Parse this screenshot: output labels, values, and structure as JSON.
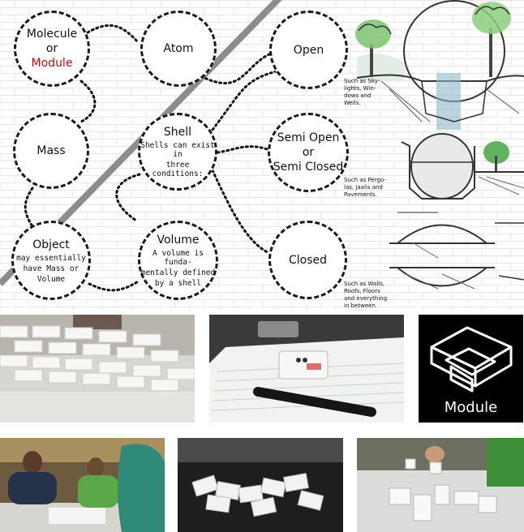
{
  "diagram": {
    "nodes": {
      "molecule": {
        "title_line1": "Molecule",
        "title_line2": "or",
        "title_line3": "Module"
      },
      "atom": {
        "title": "Atom"
      },
      "mass": {
        "title": "Mass"
      },
      "shell": {
        "title": "Shell",
        "subtitle_line1": "Shells can exist in",
        "subtitle_line2": "three conditions:"
      },
      "object": {
        "title": "Object",
        "subtitle_line1": "may essentially",
        "subtitle_line2": "have Mass or",
        "subtitle_line3": "Volume"
      },
      "volume": {
        "title": "Volume",
        "subtitle_line1": "A volume is funda-",
        "subtitle_line2": "mentally defined",
        "subtitle_line3": "by a shell"
      },
      "open": {
        "title": "Open"
      },
      "semi": {
        "title_line1": "Semi Open",
        "title_line2": "or",
        "title_line3": "Semi Closed"
      },
      "closed": {
        "title": "Closed"
      }
    },
    "notes": {
      "open": [
        "Such as Sky-",
        "lights, Win-",
        "dows and",
        "Wells."
      ],
      "semi": [
        "Such as Pergo-",
        "las, Jaalis and",
        "Pavements."
      ],
      "closed": [
        "Such as Walls,",
        "Roofs, Floors",
        "and everything",
        "in between"
      ]
    }
  },
  "module_tile": {
    "label": "Module",
    "icon": "module-blocks-icon"
  },
  "colors": {
    "accent": "#b0141c",
    "ink": "#111111",
    "dashed": "#1a1a1a",
    "divider": "#8c8c8c",
    "tile_bg": "#000000"
  }
}
